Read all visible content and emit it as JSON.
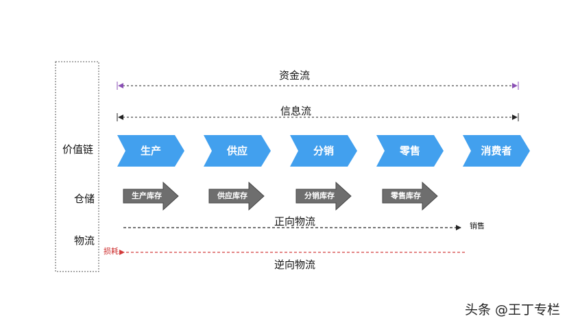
{
  "colors": {
    "chevron_blue": "#42a0ee",
    "inventory_gray": "#6e6e6e",
    "money_flow_purple": "#8a4fb5",
    "dashed_black": "#222222",
    "reverse_red": "#d23a3a",
    "loss_text": "#cc2a2a"
  },
  "row_labels": {
    "value_chain": "价值链",
    "storage": "仓储",
    "logistics": "物流"
  },
  "flows": {
    "money": "资金流",
    "info": "信息流",
    "forward": "正向物流",
    "reverse": "逆向物流",
    "sales": "销售",
    "loss": "损耗"
  },
  "value_chain": [
    "生产",
    "供应",
    "分销",
    "零售",
    "消费者"
  ],
  "inventory": [
    "生产库存",
    "供应库存",
    "分销库存",
    "零售库存"
  ],
  "watermark": "头条 @王丁专栏"
}
